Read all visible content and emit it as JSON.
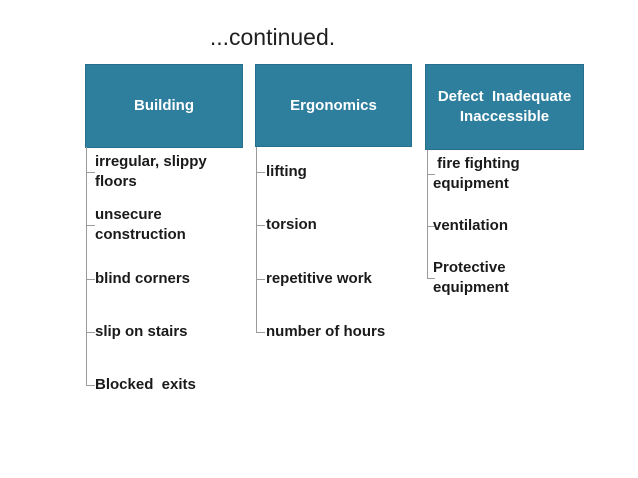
{
  "title": "...continued.",
  "colors": {
    "header_fill": "#2E7F9E",
    "header_border": "#256F8C",
    "connector": "#9B9B9B",
    "header_text": "#FFFFFF",
    "item_text": "#1A1A1A",
    "title_text": "#1F1F1F",
    "background": "#FFFFFF"
  },
  "columns": [
    {
      "header": "Building",
      "items": [
        "irregular, slippy\nfloors",
        "unsecure\nconstruction",
        "blind corners",
        "slip on stairs",
        "Blocked  exits"
      ]
    },
    {
      "header": "Ergonomics",
      "items": [
        "lifting",
        "torsion",
        "repetitive work",
        "number of hours"
      ]
    },
    {
      "header": "Defect  Inadequate\nInaccessible",
      "items": [
        " fire fighting\nequipment",
        "ventilation",
        "Protective\nequipment"
      ]
    }
  ]
}
